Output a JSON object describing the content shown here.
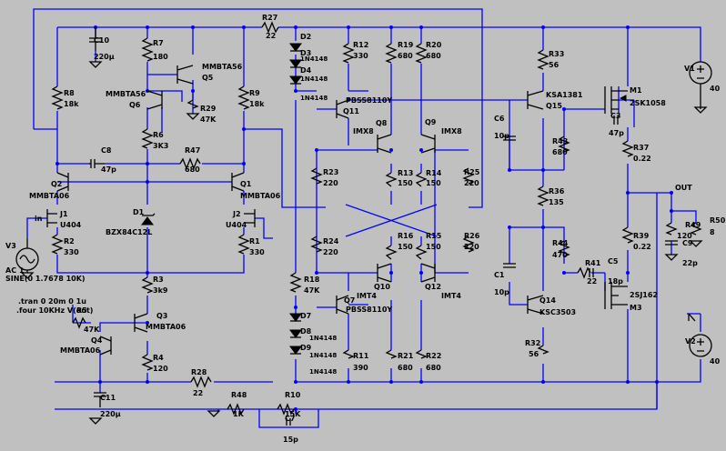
{
  "labels": [
    {
      "key": "C10",
      "text": "C10"
    },
    {
      "key": "C10v",
      "text": "220µ"
    },
    {
      "key": "R7",
      "text": "R7"
    },
    {
      "key": "R7v",
      "text": "180"
    },
    {
      "key": "MMBTA56a",
      "text": "MMBTA56"
    },
    {
      "key": "Q5",
      "text": "Q5"
    },
    {
      "key": "MMBTA56b",
      "text": "MMBTA56"
    },
    {
      "key": "Q6",
      "text": "Q6"
    },
    {
      "key": "R29",
      "text": "R29"
    },
    {
      "key": "R29v",
      "text": "47K"
    },
    {
      "key": "R8",
      "text": "R8"
    },
    {
      "key": "R8v",
      "text": "18k"
    },
    {
      "key": "R6",
      "text": "R6"
    },
    {
      "key": "R6v",
      "text": "3K3"
    },
    {
      "key": "R9",
      "text": "R9"
    },
    {
      "key": "R9v",
      "text": "18k"
    },
    {
      "key": "R27",
      "text": "R27"
    },
    {
      "key": "R27v",
      "text": "22"
    },
    {
      "key": "D2",
      "text": "D2"
    },
    {
      "key": "D3",
      "text": "D3"
    },
    {
      "key": "D3v",
      "text": "1N4148"
    },
    {
      "key": "D4",
      "text": "D4"
    },
    {
      "key": "D4v",
      "text": "1N4148"
    },
    {
      "key": "D5v",
      "text": "1N4148"
    },
    {
      "key": "R12",
      "text": "R12"
    },
    {
      "key": "R12v",
      "text": "330"
    },
    {
      "key": "R19",
      "text": "R19"
    },
    {
      "key": "R19v",
      "text": "680"
    },
    {
      "key": "R20",
      "text": "R20"
    },
    {
      "key": "R20v",
      "text": "680"
    },
    {
      "key": "R33",
      "text": "R33"
    },
    {
      "key": "R33v",
      "text": "56"
    },
    {
      "key": "PBSS1",
      "text": "PBSS8110Y"
    },
    {
      "key": "Q11",
      "text": "Q11"
    },
    {
      "key": "KSA1381",
      "text": "KSA1381"
    },
    {
      "key": "Q15",
      "text": "Q15"
    },
    {
      "key": "M1",
      "text": "M1"
    },
    {
      "key": "M1v",
      "text": "2SK1058"
    },
    {
      "key": "V1",
      "text": "V1"
    },
    {
      "key": "V1v",
      "text": "40"
    },
    {
      "key": "Q8",
      "text": "Q8"
    },
    {
      "key": "IMX8a",
      "text": "IMX8"
    },
    {
      "key": "Q9",
      "text": "Q9"
    },
    {
      "key": "IMX8b",
      "text": "IMX8"
    },
    {
      "key": "C6",
      "text": "C6"
    },
    {
      "key": "C6v",
      "text": "10p"
    },
    {
      "key": "C3",
      "text": "C3"
    },
    {
      "key": "C3v",
      "text": "47p"
    },
    {
      "key": "C8",
      "text": "C8"
    },
    {
      "key": "C8v",
      "text": "47p"
    },
    {
      "key": "R47",
      "text": "R47"
    },
    {
      "key": "R47v",
      "text": "680"
    },
    {
      "key": "R43",
      "text": "R43"
    },
    {
      "key": "R43v",
      "text": "680"
    },
    {
      "key": "R37",
      "text": "R37"
    },
    {
      "key": "R37v",
      "text": "0.22"
    },
    {
      "key": "R23",
      "text": "R23"
    },
    {
      "key": "R23v",
      "text": "220"
    },
    {
      "key": "R13",
      "text": "R13"
    },
    {
      "key": "R13v",
      "text": "150"
    },
    {
      "key": "R14",
      "text": "R14"
    },
    {
      "key": "R14v",
      "text": "150"
    },
    {
      "key": "R25",
      "text": "R25"
    },
    {
      "key": "R25v",
      "text": "220"
    },
    {
      "key": "Q2",
      "text": "Q2"
    },
    {
      "key": "MMBTA06a",
      "text": "MMBTA06"
    },
    {
      "key": "Q1",
      "text": "Q1"
    },
    {
      "key": "MMBTA06b",
      "text": "MMBTA06"
    },
    {
      "key": "J1",
      "text": "J1"
    },
    {
      "key": "U404a",
      "text": "U404"
    },
    {
      "key": "J2",
      "text": "J2"
    },
    {
      "key": "U404b",
      "text": "U404"
    },
    {
      "key": "in",
      "text": "in"
    },
    {
      "key": "D1",
      "text": "D1"
    },
    {
      "key": "D1v",
      "text": "BZX84C12L"
    },
    {
      "key": "R36",
      "text": "R36"
    },
    {
      "key": "R36v",
      "text": "135"
    },
    {
      "key": "OUT",
      "text": "OUT"
    },
    {
      "key": "R49",
      "text": "R49"
    },
    {
      "key": "R49v",
      "text": "120"
    },
    {
      "key": "R50",
      "text": "R50"
    },
    {
      "key": "R50v",
      "text": "8"
    },
    {
      "key": "C9",
      "text": "C9"
    },
    {
      "key": "C9v",
      "text": "22p"
    },
    {
      "key": "R2",
      "text": "R2"
    },
    {
      "key": "R2v",
      "text": "330"
    },
    {
      "key": "R1",
      "text": "R1"
    },
    {
      "key": "R1v",
      "text": "330"
    },
    {
      "key": "V3",
      "text": "V3"
    },
    {
      "key": "AC1",
      "text": "AC 1"
    },
    {
      "key": "SINE",
      "text": "SINE(0 1.7678 10K)"
    },
    {
      "key": "R24",
      "text": "R24"
    },
    {
      "key": "R24v",
      "text": "220"
    },
    {
      "key": "R16",
      "text": "R16"
    },
    {
      "key": "R16v",
      "text": "150"
    },
    {
      "key": "R15",
      "text": "R15"
    },
    {
      "key": "R15v",
      "text": "150"
    },
    {
      "key": "R26",
      "text": "R26"
    },
    {
      "key": "R26v",
      "text": "220"
    },
    {
      "key": "R44",
      "text": "R44"
    },
    {
      "key": "R44v",
      "text": "470"
    },
    {
      "key": "R39",
      "text": "R39"
    },
    {
      "key": "R39v",
      "text": "0.22"
    },
    {
      "key": "R41",
      "text": "R41"
    },
    {
      "key": "R41v",
      "text": "22"
    },
    {
      "key": "C5",
      "text": "C5"
    },
    {
      "key": "C5v",
      "text": "18p"
    },
    {
      "key": "R3",
      "text": "R3"
    },
    {
      "key": "R3v",
      "text": "3k9"
    },
    {
      "key": "R18",
      "text": "R18"
    },
    {
      "key": "R18v",
      "text": "47K"
    },
    {
      "key": "Q10",
      "text": "Q10"
    },
    {
      "key": "IMT4a",
      "text": "IMT4"
    },
    {
      "key": "Q12",
      "text": "Q12"
    },
    {
      "key": "IMT4b",
      "text": "IMT4"
    },
    {
      "key": "C1",
      "text": "C1"
    },
    {
      "key": "C1v",
      "text": "10p"
    },
    {
      "key": "M3v",
      "text": "2SJ162"
    },
    {
      "key": "M3",
      "text": "M3"
    },
    {
      "key": "tran",
      "text": ".tran 0 20m 0 1u"
    },
    {
      "key": "four",
      "text": ".four 10KHz V(out)"
    },
    {
      "key": "R5",
      "text": "R5"
    },
    {
      "key": "R5v",
      "text": "47K"
    },
    {
      "key": "Q3",
      "text": "Q3"
    },
    {
      "key": "MMBTA06c",
      "text": "MMBTA06"
    },
    {
      "key": "Q7",
      "text": "Q7"
    },
    {
      "key": "PBSS2",
      "text": "PBSS8110Y"
    },
    {
      "key": "Q14",
      "text": "Q14"
    },
    {
      "key": "KSC3503",
      "text": "KSC3503"
    },
    {
      "key": "D7",
      "text": "D7"
    },
    {
      "key": "D8",
      "text": "D8"
    },
    {
      "key": "D8v",
      "text": "1N4148"
    },
    {
      "key": "D9",
      "text": "D9"
    },
    {
      "key": "D9v",
      "text": "1N4148"
    },
    {
      "key": "D10v",
      "text": "1N4148"
    },
    {
      "key": "Q4",
      "text": "Q4"
    },
    {
      "key": "MMBTA06d",
      "text": "MMBTA06"
    },
    {
      "key": "R4",
      "text": "R4"
    },
    {
      "key": "R4v",
      "text": "120"
    },
    {
      "key": "R11",
      "text": "R11"
    },
    {
      "key": "R11v",
      "text": "390"
    },
    {
      "key": "R21",
      "text": "R21"
    },
    {
      "key": "R21v",
      "text": "680"
    },
    {
      "key": "R22",
      "text": "R22"
    },
    {
      "key": "R22v",
      "text": "680"
    },
    {
      "key": "R32",
      "text": "R32"
    },
    {
      "key": "R32v",
      "text": "56"
    },
    {
      "key": "V2",
      "text": "V2"
    },
    {
      "key": "V2v",
      "text": "40"
    },
    {
      "key": "R28",
      "text": "R28"
    },
    {
      "key": "R28v",
      "text": "22"
    },
    {
      "key": "C11",
      "text": "C11"
    },
    {
      "key": "C11v",
      "text": "220µ"
    },
    {
      "key": "R48",
      "text": "R48"
    },
    {
      "key": "R48v",
      "text": "1K"
    },
    {
      "key": "R10",
      "text": "R10"
    },
    {
      "key": "R10v",
      "text": "15K"
    },
    {
      "key": "C7",
      "text": "C7"
    },
    {
      "key": "C7v",
      "text": "15p"
    }
  ]
}
